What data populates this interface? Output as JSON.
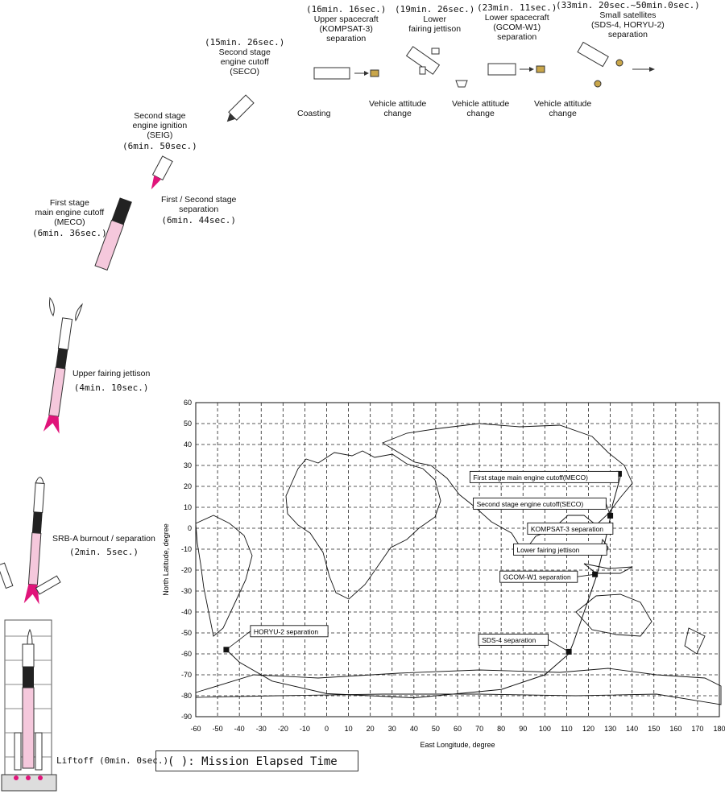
{
  "events": [
    {
      "id": "liftoff",
      "lines": [
        "Liftoff (0min. 0sec.)"
      ]
    },
    {
      "id": "srb",
      "lines": [
        "SRB-A burnout / separation"
      ],
      "time": "(2min. 5sec.)"
    },
    {
      "id": "upper-fairing",
      "lines": [
        "Upper fairing jettison"
      ],
      "time": "(4min. 10sec.)"
    },
    {
      "id": "meco",
      "lines": [
        "First stage",
        "main engine cutoff",
        "(MECO)"
      ],
      "time": "(6min. 36sec.)"
    },
    {
      "id": "stage-sep",
      "lines": [
        "First / Second stage",
        "separation"
      ],
      "time": "(6min. 44sec.)"
    },
    {
      "id": "seig",
      "lines": [
        "Second stage",
        "engine ignition",
        "(SEIG)"
      ],
      "time": "(6min. 50sec.)"
    },
    {
      "id": "seco",
      "time": "(15min. 26sec.)",
      "lines": [
        "Second stage",
        "engine cutoff",
        "(SECO)"
      ]
    },
    {
      "id": "coasting",
      "lines": [
        "Coasting"
      ]
    },
    {
      "id": "kompsat",
      "time": "(16min. 16sec.)",
      "lines": [
        "Upper spacecraft",
        "(KOMPSAT-3)",
        "separation"
      ]
    },
    {
      "id": "lower-fairing",
      "time": "(19min. 26sec.)",
      "lines": [
        "Lower",
        "fairing jettison"
      ]
    },
    {
      "id": "gcom",
      "time": "(23min. 11sec.)",
      "lines": [
        "Lower spacecraft",
        "(GCOM-W1)",
        "separation"
      ]
    },
    {
      "id": "small-sats",
      "time": "(33min. 20sec.~50min.0sec.)",
      "lines": [
        "Small satellites",
        "(SDS-4, HORYU-2)",
        "separation"
      ]
    },
    {
      "id": "attitude-1",
      "lines": [
        "Vehicle attitude",
        "change"
      ]
    },
    {
      "id": "attitude-2",
      "lines": [
        "Vehicle attitude",
        "change"
      ]
    },
    {
      "id": "attitude-3",
      "lines": [
        "Vehicle attitude",
        "change"
      ]
    }
  ],
  "legend": "(  ): Mission Elapsed Time",
  "colors": {
    "pink": "#f5c8dc",
    "flame": "#e0147a",
    "fill_black": "#222222"
  },
  "chart_data": {
    "type": "map",
    "xlabel": "East Longitude, degree",
    "ylabel": "North Latitude, degree",
    "xlim": [
      -60,
      180
    ],
    "ylim": [
      -90,
      60
    ],
    "xticks": [
      -60,
      -50,
      -40,
      -30,
      -20,
      -10,
      0,
      10,
      20,
      30,
      40,
      50,
      60,
      70,
      80,
      90,
      100,
      110,
      120,
      130,
      140,
      150,
      160,
      170,
      180
    ],
    "yticks": [
      60,
      50,
      40,
      30,
      20,
      10,
      0,
      -10,
      -20,
      -30,
      -40,
      -50,
      -60,
      -70,
      -80,
      -90
    ],
    "grid": true,
    "ground_track": [
      [
        135,
        26
      ],
      [
        131,
        11
      ],
      [
        130,
        5
      ],
      [
        129,
        0
      ],
      [
        127,
        -9
      ],
      [
        124,
        -22
      ],
      [
        118,
        -40
      ],
      [
        113,
        -55
      ],
      [
        111,
        -60
      ],
      [
        100,
        -70
      ],
      [
        80,
        -77
      ],
      [
        40,
        -81
      ],
      [
        0,
        -79
      ],
      [
        -25,
        -73
      ],
      [
        -40,
        -64
      ],
      [
        -46,
        -58
      ]
    ],
    "events": [
      {
        "label": "First stage main engine cutoff(MECO)",
        "lon": 134,
        "lat": 26
      },
      {
        "label": "Second stage engine cutoff(SECO)",
        "lon": 130,
        "lat": 6
      },
      {
        "label": "KOMPSAT-3 separation",
        "lon": 129,
        "lat": 1
      },
      {
        "label": "Lower fairing jettison",
        "lon": 127,
        "lat": -9
      },
      {
        "label": "GCOM-W1 separation",
        "lon": 123,
        "lat": -22
      },
      {
        "label": "SDS-4 separation",
        "lon": 111,
        "lat": -59
      },
      {
        "label": "HORYU-2 separation",
        "lon": -46,
        "lat": -58
      }
    ]
  }
}
